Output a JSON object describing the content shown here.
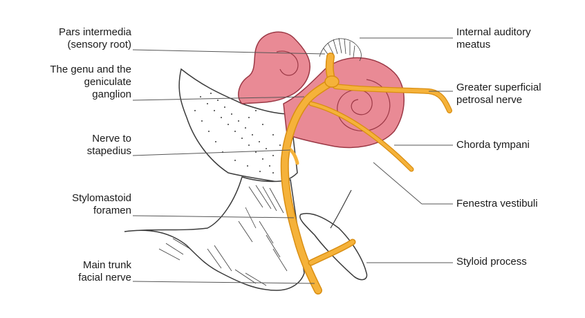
{
  "diagram": {
    "colors": {
      "nerve": "#f5b23a",
      "nerve_edge": "#d98e12",
      "ear": "#e98a95",
      "ear_edge": "#9b3845",
      "bone_line": "#3a3a3a",
      "leader": "#555555"
    },
    "labels_left": [
      {
        "lines": [
          "Pars intermedia",
          "(sensory root)"
        ]
      },
      {
        "lines": [
          "The genu and the",
          "geniculate",
          "ganglion"
        ]
      },
      {
        "lines": [
          "Nerve to",
          "stapedius"
        ]
      },
      {
        "lines": [
          "Stylomastoid",
          "foramen"
        ]
      },
      {
        "lines": [
          "Main trunk",
          "facial nerve"
        ]
      }
    ],
    "labels_right": [
      {
        "lines": [
          "Internal auditory",
          "meatus"
        ]
      },
      {
        "lines": [
          "Greater superficial",
          "petrosal nerve"
        ]
      },
      {
        "lines": [
          "Chorda tympani"
        ]
      },
      {
        "lines": [
          "Fenestra vestibuli"
        ]
      },
      {
        "lines": [
          "Styloid process"
        ]
      }
    ]
  }
}
